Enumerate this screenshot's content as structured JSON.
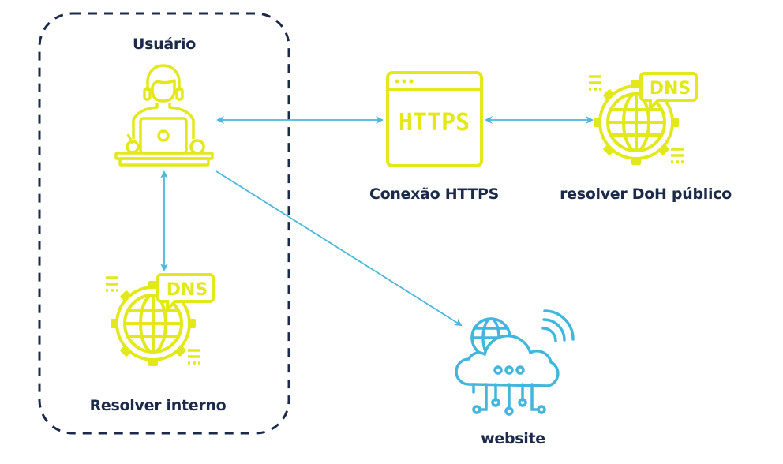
{
  "colors": {
    "icon_yellow": "#e2e81a",
    "arrow_blue": "#4bb8dc",
    "website_blue": "#43b6dc",
    "text_navy": "#1c2a4a",
    "group_border": "#1c2a4a"
  },
  "group": {
    "title": "Usuário"
  },
  "nodes": {
    "user": {
      "label": "Usuário",
      "icon": "user-laptop-icon"
    },
    "https": {
      "label": "Conexão HTTPS",
      "icon_text": "HTTPS",
      "icon": "browser-window-icon"
    },
    "doh": {
      "label": "resolver DoH público",
      "icon_text": "DNS",
      "icon": "dns-globe-icon"
    },
    "internal": {
      "label": "Resolver interno",
      "icon_text": "DNS",
      "icon": "dns-globe-icon"
    },
    "website": {
      "label": "website",
      "icon": "cloud-network-icon"
    }
  },
  "edges": [
    {
      "from": "user",
      "to": "https",
      "direction": "both"
    },
    {
      "from": "https",
      "to": "doh",
      "direction": "both"
    },
    {
      "from": "user",
      "to": "internal",
      "direction": "both"
    },
    {
      "from": "user",
      "to": "website",
      "direction": "forward"
    }
  ]
}
